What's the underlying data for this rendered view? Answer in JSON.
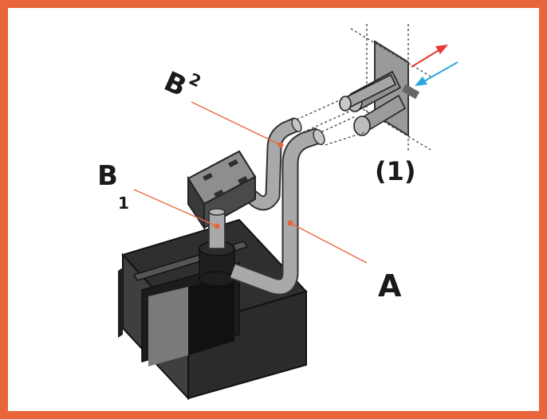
{
  "labels": {
    "b2_letter": "B",
    "b2_sub": "2",
    "b1_letter": "B",
    "b1_sub": "1",
    "a": "A",
    "terminal": "(1)"
  },
  "colors": {
    "frame": "#e8663a",
    "leader": "#e8663a",
    "exhaust_arrow": "#e53935",
    "intake_arrow": "#29a8e0",
    "pipe": "#a9a9ab",
    "stove": "#3a3a3c"
  },
  "icons": {
    "exhaust": "arrow-up-right-icon",
    "intake": "arrow-down-left-icon"
  }
}
